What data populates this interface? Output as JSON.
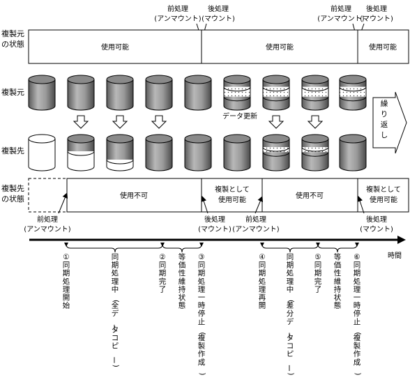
{
  "top_annotations": [
    {
      "line1": "前処理",
      "line2": "(アンマウント)"
    },
    {
      "line1": "後処理",
      "line2": "(マウント)"
    },
    {
      "line1": "前処理",
      "line2": "(アンマウント)"
    },
    {
      "line1": "後処理",
      "line2": "(マウント)"
    }
  ],
  "source_state": {
    "label_line1": "複製元",
    "label_line2": "の状態",
    "segments": [
      "使用可能",
      "使用可能",
      "使用可能"
    ]
  },
  "source_row_label": "複製元",
  "dest_row_label": "複製先",
  "data_update_label": "データ更新",
  "repeat_label": "繰り返し",
  "dest_state": {
    "label_line1": "複製先",
    "label_line2": "の状態",
    "segments": [
      {
        "line1": "使用不可"
      },
      {
        "line1": "複製として",
        "line2": "使用可能"
      },
      {
        "line1": "使用不可"
      },
      {
        "line1": "複製として",
        "line2": "使用可能"
      }
    ]
  },
  "bottom_annotations": [
    {
      "line1": "前処理",
      "line2": "(アンマウント)"
    },
    {
      "line1": "後処理",
      "line2": "(マウント)"
    },
    {
      "line1": "前処理",
      "line2": "(アンマウント)"
    },
    {
      "line1": "後処理",
      "line2": "(マウント)"
    }
  ],
  "time_label": "時間",
  "timeline_labels": [
    "①同期処理開始",
    "同期処理中(全データコピー)",
    "②同期完了",
    "等価性維持状態",
    "③同期処理一時停止(複製作成)",
    "④同期処理再開",
    "同期処理中(差分データコピー)",
    "⑤同期完了",
    "等価性維持状態",
    "⑥同期処理一時停止(複製作成)"
  ]
}
